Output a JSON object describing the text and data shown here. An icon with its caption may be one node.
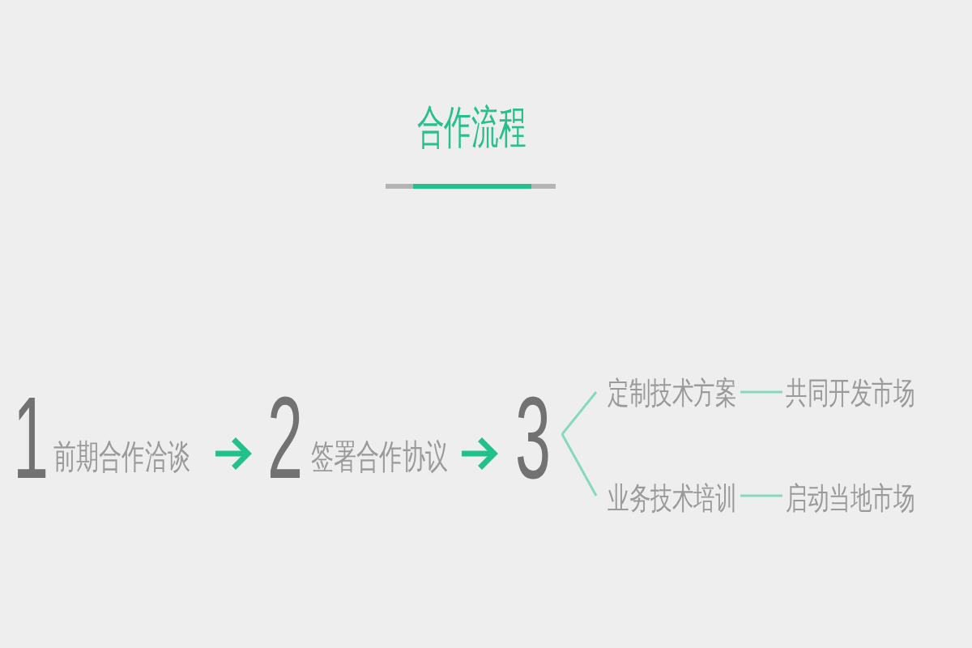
{
  "diagram": {
    "title": "合作流程",
    "nodes": [
      {
        "text": [
          "1",
          "前期合作洽谈"
        ]
      },
      {
        "text": [
          "2",
          "签署合作协议"
        ]
      },
      {
        "text": [
          "3"
        ]
      },
      {
        "text": [
          "定制技术方案"
        ]
      },
      {
        "text": [
          "共同开发市场"
        ]
      },
      {
        "text": [
          "业务技术培训"
        ]
      },
      {
        "text": [
          "启动当地市场"
        ]
      }
    ],
    "edges": [
      {
        "from": 0,
        "to": 1,
        "arrow": "to",
        "style": "thick",
        "color": "#22c08b"
      },
      {
        "from": 1,
        "to": 2,
        "arrow": "to",
        "style": "thick",
        "color": "#22c08b"
      },
      {
        "from": 2,
        "to": 3,
        "arrow": "none"
      },
      {
        "from": 2,
        "to": 5,
        "arrow": "none"
      },
      {
        "from": 3,
        "to": 4,
        "arrow": "none"
      },
      {
        "from": 5,
        "to": 6,
        "arrow": "none"
      }
    ]
  }
}
